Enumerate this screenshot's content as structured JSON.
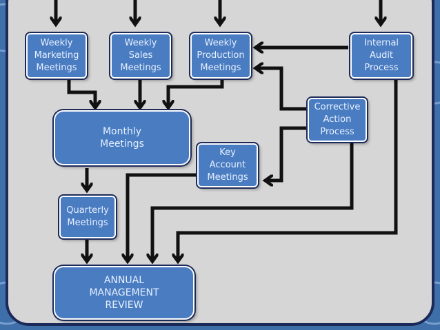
{
  "nodes": {
    "weekly_marketing": "Weekly\nMarketing\nMeetings",
    "weekly_sales": "Weekly\nSales\nMeetings",
    "weekly_production": "Weekly\nProduction\nMeetings",
    "internal_audit": "Internal\nAudit\nProcess",
    "corrective_action": "Corrective\nAction\nProcess",
    "monthly": "Monthly\nMeetings",
    "key_account": "Key\nAccount\nMeetings",
    "quarterly": "Quarterly\nMeetings",
    "annual_review": "ANNUAL\nMANAGEMENT\nREVIEW"
  },
  "colors": {
    "box_fill": "#4a7cc1",
    "box_text": "#e6f0ff",
    "panel": "#d6d6d6",
    "frame": "#1c2a5a",
    "arrow": "#111111",
    "background": "#3e6fa8"
  }
}
